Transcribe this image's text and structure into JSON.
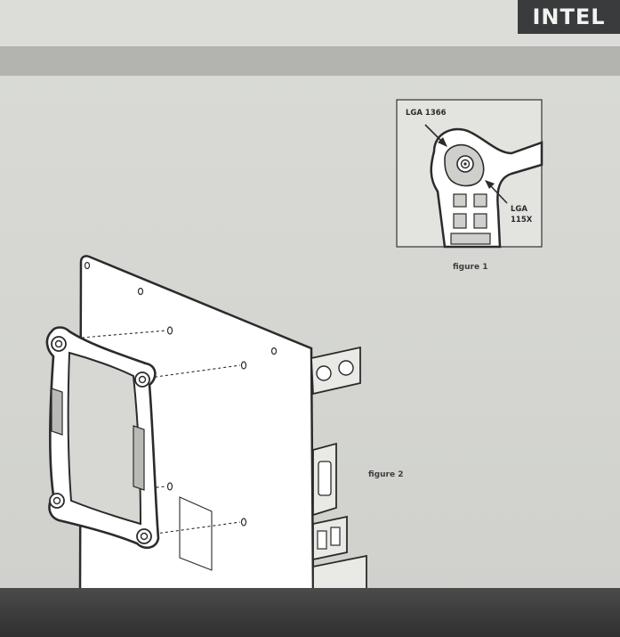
{
  "header": {
    "brand": "INTEL"
  },
  "figure1": {
    "caption": "figure 1",
    "label_top": "LGA 1366",
    "label_bottom_line1": "LGA",
    "label_bottom_line2": "115X"
  },
  "figure2": {
    "caption": "figure 2"
  },
  "colors": {
    "page": "#d7d8d4",
    "band": "#b3b4b0",
    "brand_tab": "#3a3b3d",
    "line": "#2b2b2b"
  }
}
